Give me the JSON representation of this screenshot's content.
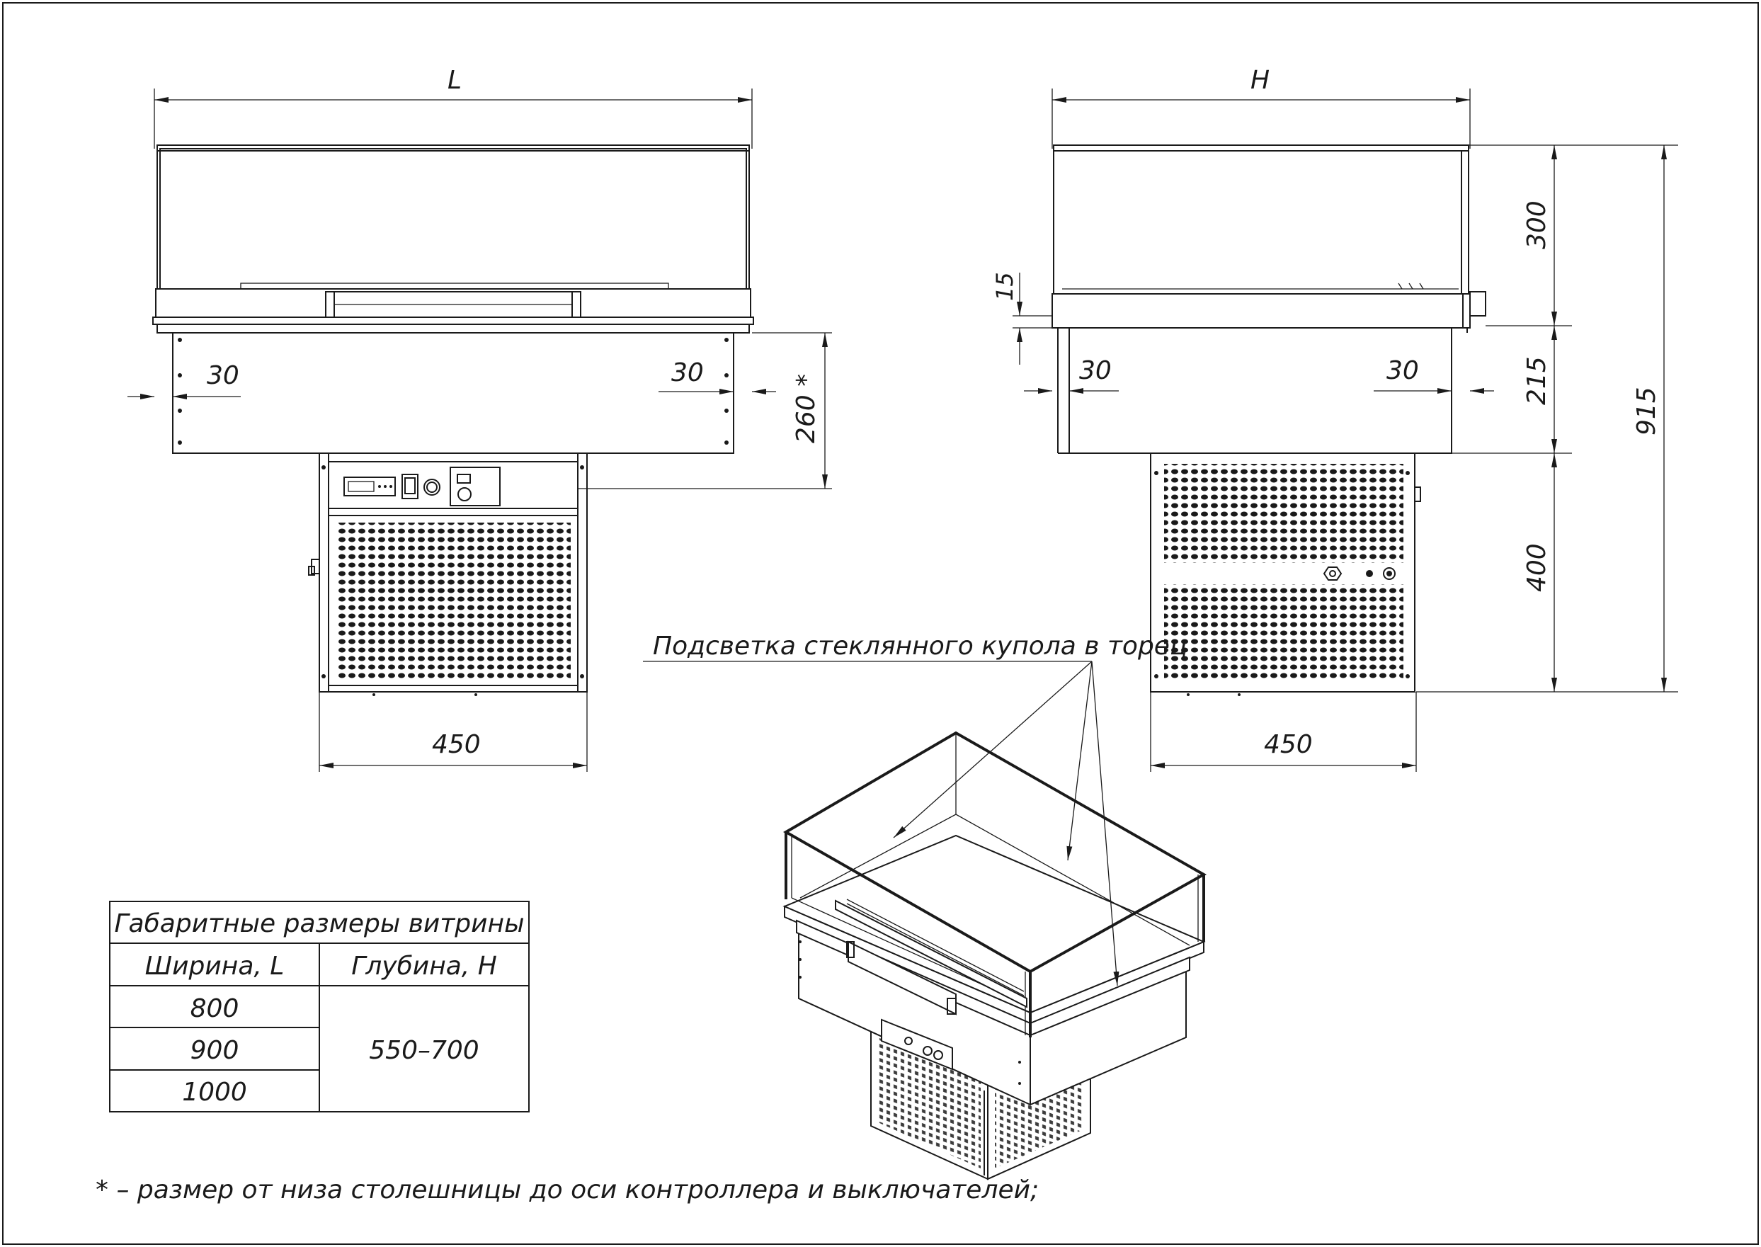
{
  "front_view": {
    "width_label": "L",
    "left_offset": "30",
    "right_offset": "30",
    "controller_height": "260 *",
    "unit_width": "450"
  },
  "side_view": {
    "depth_label": "H",
    "rim_height": "15",
    "left_offset": "30",
    "right_offset": "30",
    "dome_height": "300",
    "body_height": "215",
    "total_height": "915",
    "unit_height": "400",
    "unit_width": "450"
  },
  "callout": {
    "text": "Подсветка стеклянного купола в торец"
  },
  "table": {
    "title": "Габаритные размеры витрины",
    "col_width": "Ширина, L",
    "col_depth": "Глубина, H",
    "widths": [
      "800",
      "900",
      "1000"
    ],
    "depth_value": "550–700"
  },
  "footnote": {
    "text": "* – размер от низа столешницы до оси контроллера и выключателей;"
  }
}
